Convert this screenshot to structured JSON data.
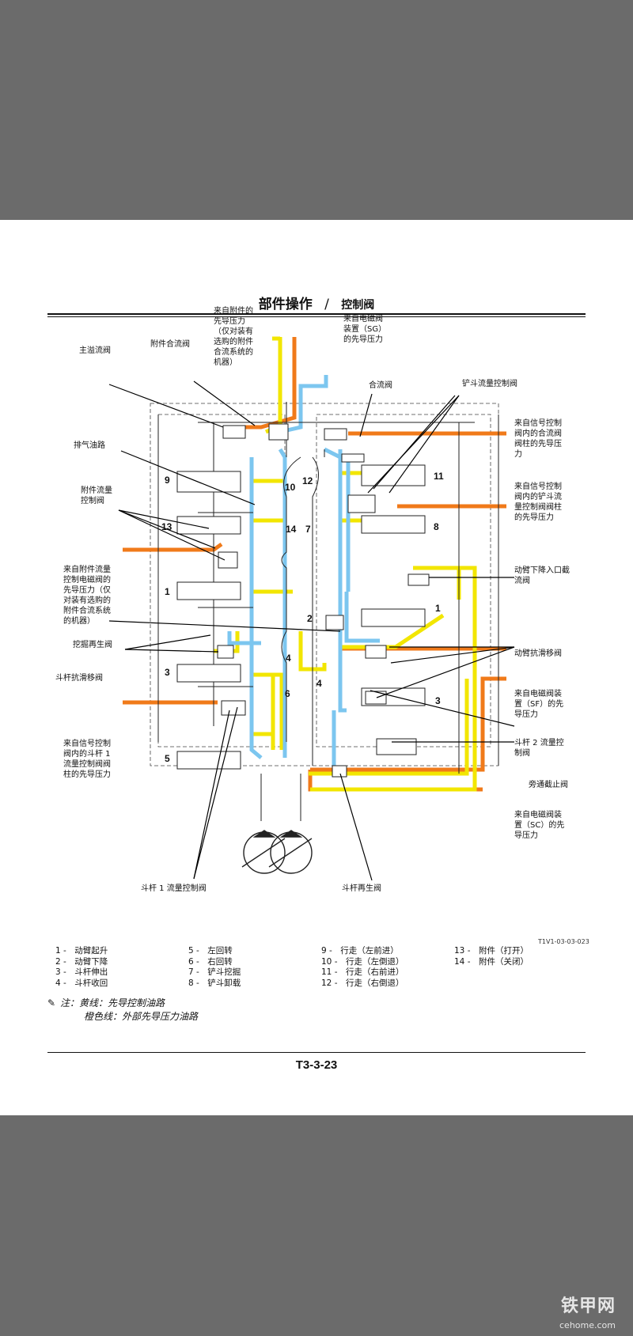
{
  "header": {
    "section": "部件操作",
    "separator": "/",
    "subsection": "控制阀"
  },
  "labels": {
    "main_relief": "主溢流阀",
    "att_combine": "附件合流阀",
    "att_pilot_src": [
      "来自附件的",
      "先导压力",
      "（仅对装有",
      "选购的附件",
      "合流系统的",
      "机器）"
    ],
    "sg_src": [
      "来自电磁阀",
      "装置（SG）",
      "的先导压力"
    ],
    "combine_valve": "合流阀",
    "bucket_flow": "铲斗流量控制阀",
    "air_bleed": "排气油路",
    "att_flow": [
      "附件流量",
      "控制阀"
    ],
    "sig_combine": [
      "来自信号控制",
      "阀内的合流阀",
      "阀柱的先导压",
      "力"
    ],
    "sig_bucket": [
      "来自信号控制",
      "阀内的铲斗流",
      "量控制阀阀柱",
      "的先导压力"
    ],
    "att_flow_sol": [
      "来自附件流量",
      "控制电磁阀的",
      "先导压力（仅",
      "对装有选购的",
      "附件合流系统",
      "的机器）"
    ],
    "boom_lower_cut": [
      "动臂下降入口截",
      "流阀"
    ],
    "dig_regen": "挖掘再生阀",
    "boom_anti_drift": "动臂抗滑移阀",
    "arm_anti_drift": "斗杆抗滑移阀",
    "sf_src": [
      "来自电磁阀装",
      "置（SF）的先",
      "导压力"
    ],
    "arm1_sig": [
      "来自信号控制",
      "阀内的斗杆 1",
      "流量控制阀阀",
      "柱的先导压力"
    ],
    "arm2_flow": [
      "斗杆 2 流量控",
      "制阀"
    ],
    "bypass_cut": "旁通截止阀",
    "sc_src": [
      "来自电磁阀装",
      "置（SC）的先",
      "导压力"
    ],
    "arm1_flow": "斗杆 1 流量控制阀",
    "arm_regen": "斗杆再生阀"
  },
  "spool_numbers": [
    "9",
    "13",
    "1",
    "3",
    "5",
    "11",
    "8",
    "1",
    "3",
    "10",
    "12",
    "14",
    "7",
    "2",
    "4",
    "6",
    "4"
  ],
  "figure_code": "T1V1-03-03-023",
  "legend": [
    [
      "1 -　动臂起升",
      "2 -　动臂下降",
      "3 -　斗杆伸出",
      "4 -　斗杆收回"
    ],
    [
      "5 -　左回转",
      "6 -　右回转",
      "7 -　铲斗挖掘",
      "8 -　铲斗卸载"
    ],
    [
      "9 -　行走（左前进）",
      "10 -　行走（左倒退）",
      "11 -　行走（右前进）",
      "12 -　行走（右倒退）"
    ],
    [
      "13 -　附件（打开）",
      "14 -　附件（关闭）"
    ]
  ],
  "note": {
    "line1": "注：黄线：先导控制油路",
    "line2": "橙色线：外部先导压力油路"
  },
  "page_number": "T3-3-23",
  "watermark": {
    "main": "铁甲网",
    "sub": "cehome.com"
  },
  "colors": {
    "pilot_yellow": "#f2e600",
    "external_orange": "#f07a1a",
    "return_blue": "#7cc6ef"
  }
}
